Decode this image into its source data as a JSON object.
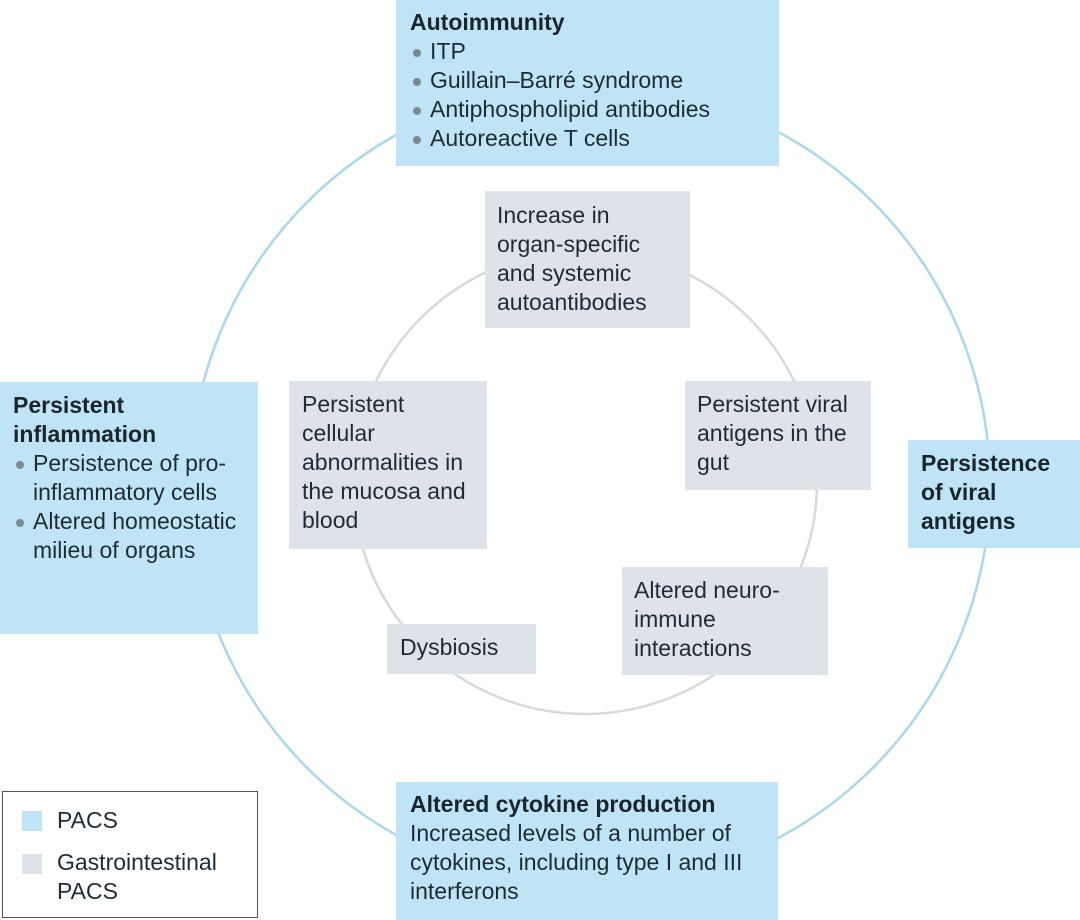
{
  "colors": {
    "pacs": "#bfe4f6",
    "gastrointestinal_pacs": "#dde3e8",
    "outer_ring": "#a9d7ee",
    "inner_ring": "#d6dadd"
  },
  "outer_boxes": {
    "autoimmunity": {
      "title": "Autoimmunity",
      "items": [
        "ITP",
        "Guillain–Barré syndrome",
        "Antiphospholipid antibodies",
        "Autoreactive T cells"
      ]
    },
    "persistent_inflammation": {
      "title_line1": "Persistent",
      "title_line2": "inflammation",
      "items": [
        "Persistence of pro-inflammatory cells",
        "Altered homeostatic milieu of organs"
      ]
    },
    "viral_antigens": {
      "title_line1": "Persistence",
      "title_line2": "of viral",
      "title_line3": "antigens"
    },
    "cytokine": {
      "title": "Altered cytokine production",
      "text": "Increased levels of a number of cytokines, including type I and III interferons"
    }
  },
  "inner_boxes": {
    "autoantibodies": "Increase in organ-specific and systemic autoantibodies",
    "cellular": "Persistent cellular abnormalities in the mucosa and blood",
    "gut_antigens": "Persistent viral antigens in the gut",
    "dysbiosis": "Dysbiosis",
    "neuro": "Altered neuro-immune interactions"
  },
  "legend": {
    "items": [
      {
        "label": "PACS"
      },
      {
        "label_line1": "Gastrointestinal",
        "label_line2": "PACS"
      }
    ]
  }
}
